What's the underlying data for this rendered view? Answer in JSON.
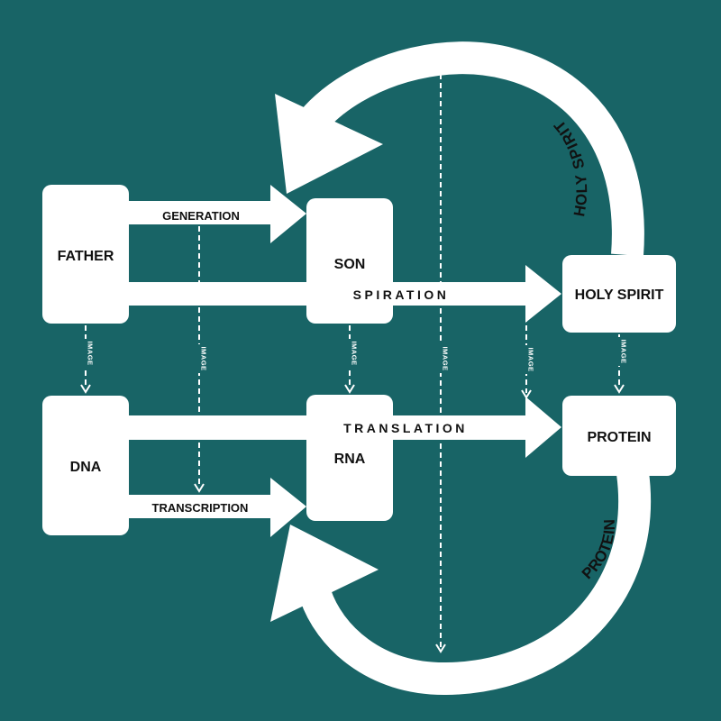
{
  "colors": {
    "background": "#186466",
    "shape": "#ffffff",
    "text": "#111111"
  },
  "boxes": {
    "father": "FATHER",
    "son": "SON",
    "holy_spirit": "HOLY SPIRIT",
    "dna": "DNA",
    "rna": "RNA",
    "protein": "PROTEIN"
  },
  "arrows": {
    "generation": "GENERATION",
    "spiration": "SPIRATION",
    "translation": "TRANSLATION",
    "transcription": "TRANSCRIPTION"
  },
  "curves": {
    "top": "HOLY SPIRIT",
    "bottom": "PROTEIN"
  },
  "image_links": {
    "label": "IMAGE"
  }
}
